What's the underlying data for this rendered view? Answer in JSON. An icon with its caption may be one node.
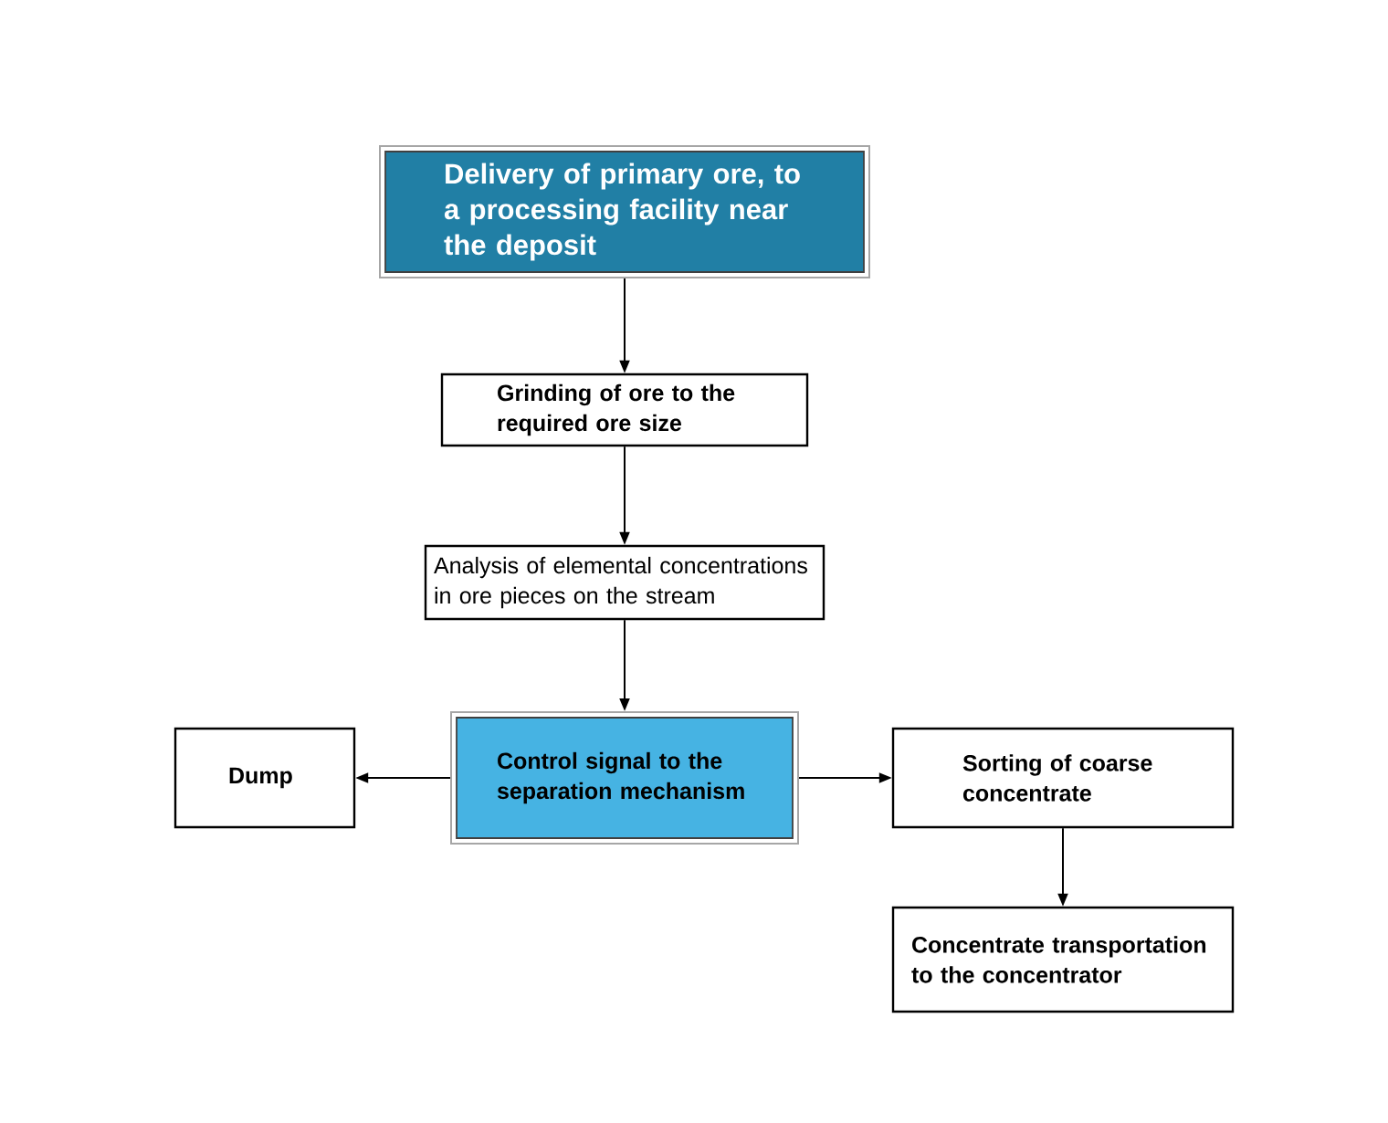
{
  "diagram": {
    "nodes": [
      {
        "text": [
          "Delivery of primary ore, to a processing facility near the deposit"
        ]
      },
      {
        "text": [
          "Grinding of ore to the required ore size"
        ]
      },
      {
        "text": [
          "Analysis of elemental concentrations in ore pieces on the stream"
        ]
      },
      {
        "text": [
          "Dump"
        ]
      },
      {
        "text": [
          "Control signal to the separation mechanism"
        ]
      },
      {
        "text": [
          "Sorting of coarse concentrate"
        ]
      },
      {
        "text": [
          "Concentrate transportation to the concentrator"
        ]
      }
    ],
    "edges": [
      {
        "from": 0,
        "to": 1,
        "arrow": "to"
      },
      {
        "from": 1,
        "to": 2,
        "arrow": "to"
      },
      {
        "from": 2,
        "to": 4,
        "arrow": "to"
      },
      {
        "from": 4,
        "to": 3,
        "arrow": "to"
      },
      {
        "from": 4,
        "to": 5,
        "arrow": "to"
      },
      {
        "from": 5,
        "to": 6,
        "arrow": "to"
      }
    ]
  }
}
